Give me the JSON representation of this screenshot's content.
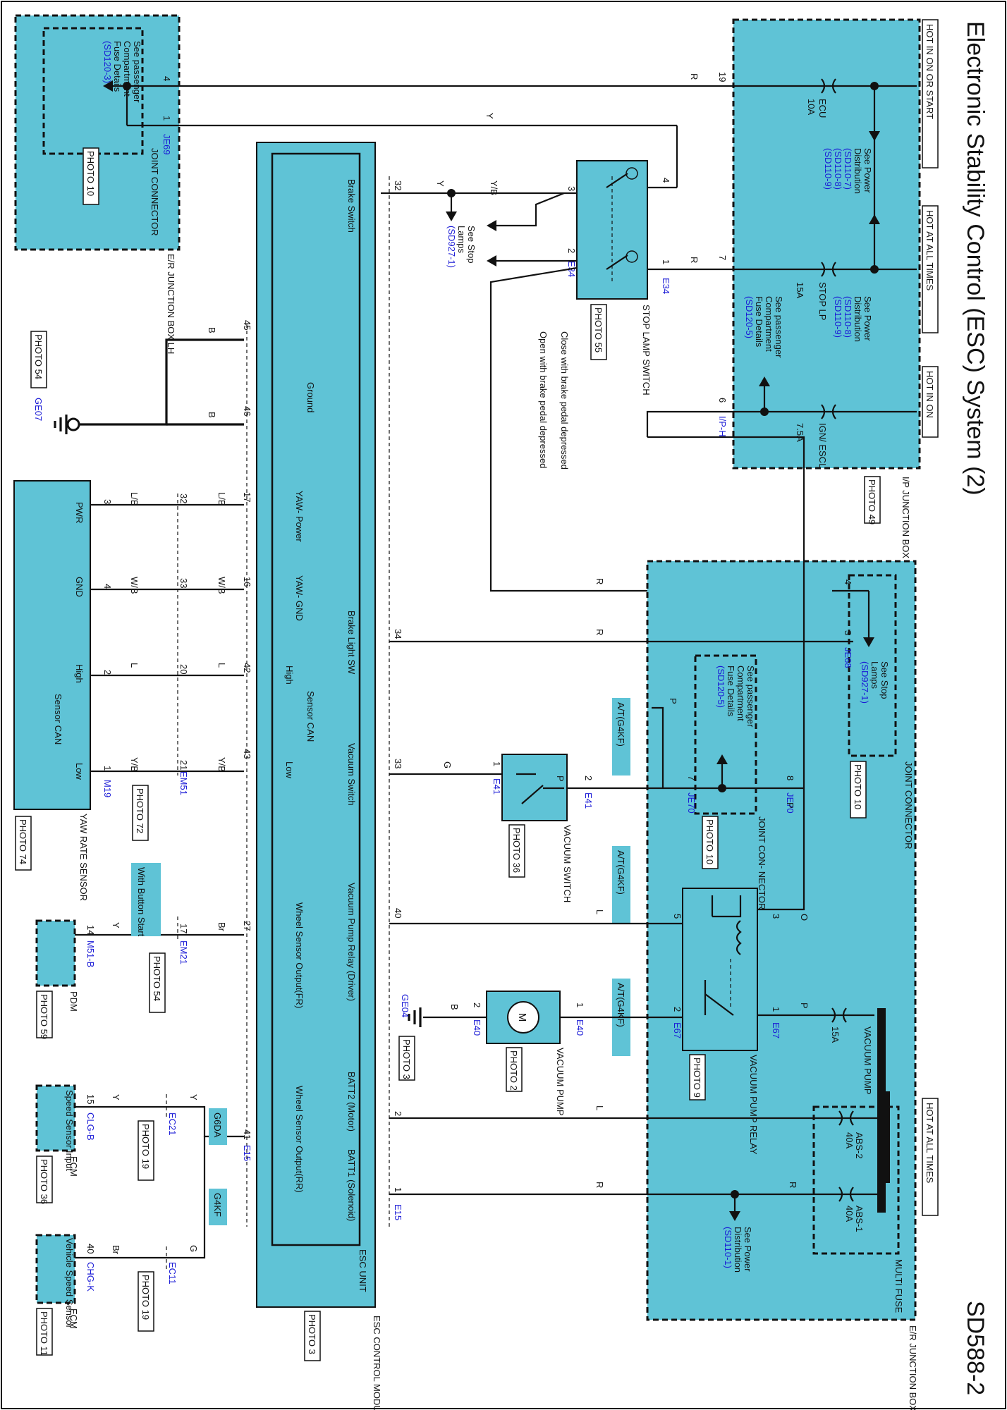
{
  "title": "Electronic Stability Control (ESC) System (2)",
  "page_code": "SD588-2",
  "hot_labels": {
    "on_or_start": "HOT IN ON OR START",
    "at_all_times_1": "HOT AT ALL TIMES",
    "in_on": "HOT IN ON",
    "at_all_times_2": "HOT AT ALL TIMES"
  },
  "ip_junction": {
    "name": "I/P JUNCTION BOX",
    "photo": "PHOTO 49",
    "fuses": [
      {
        "name": "ECU",
        "rating": "10A",
        "pin": "19",
        "wire": "R"
      },
      {
        "name": "STOP LP",
        "rating": "15A",
        "pin": "7",
        "wire": "R"
      },
      {
        "name": "IGN/ ESCL",
        "rating": "7.5A",
        "pin": "6",
        "wire": ""
      }
    ],
    "connector": "I/P-H",
    "refs": {
      "power_dist_1": [
        "See Power",
        "Distribution",
        "(SD110-7)",
        "(SD110-8)",
        "(SD110-9)"
      ],
      "power_dist_2": [
        "See Power",
        "Distribution",
        "(SD110-8)",
        "(SD110-9)"
      ],
      "passenger_fuse": [
        "See passenger",
        "Compartment",
        "Fuse Details",
        "(SD120-5)"
      ]
    }
  },
  "er_junction_lh_top": {
    "name": "E/R JUNCTION BOX LH",
    "lines": [
      "See passenger",
      "Compartment",
      "Fuse Details",
      "(SD120-3)"
    ],
    "pins": [
      "4",
      "1"
    ],
    "connector": "JE69",
    "joint_connector": "JOINT CONNECTOR",
    "photo": "PHOTO 10"
  },
  "stop_lamp_switch": {
    "name": "STOP LAMP SWITCH",
    "photo": "PHOTO 55",
    "pins": [
      "4",
      "3",
      "2",
      "1"
    ],
    "connector": "E34",
    "note_a": "Close with brake pedal depressed",
    "note_b": "Open with brake pedal depressed",
    "stop_lamps_ref": [
      "See Stop",
      "Lamps",
      "(SD927-1)"
    ]
  },
  "esc_module": {
    "name": "ESC CONTROL MODULE",
    "unit": "ESC UNIT",
    "photo": "PHOTO 3",
    "connector": "E15",
    "pins": [
      {
        "pin": "32",
        "label": "Brake Switch",
        "wire": "Y/B"
      },
      {
        "pin": "45",
        "label": "Ground",
        "wire": "B"
      },
      {
        "pin": "46",
        "label": "",
        "wire": "B"
      },
      {
        "pin": "17",
        "label": "YAW- Power",
        "wire": "L/B"
      },
      {
        "pin": "16",
        "label": "YAW- GND",
        "wire": "W/B"
      },
      {
        "pin": "34",
        "label": "Brake Light SW",
        "wire": "R"
      },
      {
        "pin": "42",
        "label": "High",
        "wire": "L"
      },
      {
        "pin": "43",
        "label": "Low",
        "wire": "Y/B"
      },
      {
        "pin": "33",
        "label": "Vacuum Switch",
        "wire": "G"
      },
      {
        "pin": "40",
        "label": "Vacuum Pump Relay (Driver)",
        "wire": "L"
      },
      {
        "pin": "27",
        "label": "Wheel Sensor Output(FR)",
        "wire": "Br"
      },
      {
        "pin": "2",
        "label": "BATT2 (Motor)",
        "wire": "L"
      },
      {
        "pin": "41",
        "label": "Wheel Sensor Output(RR)",
        "wire": ""
      },
      {
        "pin": "1",
        "label": "BATT1 (Solenoid)",
        "wire": "R"
      }
    ],
    "sensor_can": "Sensor CAN"
  },
  "ground": {
    "name": "GE07",
    "photo": "PHOTO 54"
  },
  "yaw_sensor": {
    "name": "YAW RATE SENSOR",
    "photo": "PHOTO 74",
    "connector": "M19",
    "pins": [
      {
        "pin": "3",
        "label": "PWR",
        "wire": "L/B"
      },
      {
        "pin": "4",
        "label": "GND",
        "wire": "W/B"
      },
      {
        "pin": "2",
        "label": "High",
        "wire": "L"
      },
      {
        "pin": "1",
        "label": "Low",
        "wire": "Y/B"
      }
    ],
    "sensor_can": "Sensor CAN",
    "inline": {
      "name": "EM51",
      "photo": "PHOTO 72",
      "pins": [
        "32",
        "33",
        "20",
        "21"
      ]
    }
  },
  "joint_connector_je68": {
    "name": "JOINT CONNECTOR",
    "photo": "PHOTO 10",
    "connector": "JE68",
    "pins": [
      "4",
      "3"
    ],
    "stop_lamps_ref": [
      "See Stop",
      "Lamps",
      "(SD927-1)"
    ]
  },
  "joint_connector_je70": {
    "name": "JOINT CON- NECTOR",
    "photo": "PHOTO 10",
    "connector": "JE70",
    "pins": [
      "8",
      "7"
    ],
    "ref": [
      "See passenger",
      "Compartment",
      "Fuse Details",
      "(SD120-5)"
    ]
  },
  "vacuum_switch": {
    "name": "VACUUM SWITCH",
    "photo": "PHOTO 36",
    "connector": "E41",
    "pins": [
      "1",
      "2"
    ],
    "wires": [
      "G",
      "P"
    ]
  },
  "vacuum_pump_relay": {
    "name": "VACUUM PUMP RELAY",
    "photo": "PHOTO 9",
    "connector": "E67",
    "pins": [
      "3",
      "5",
      "2",
      "1"
    ],
    "wires": [
      "O",
      "L",
      "P"
    ]
  },
  "vacuum_pump": {
    "name": "VACUUM PUMP",
    "photo": "PHOTO 2",
    "connector": "E40",
    "pins": [
      "1",
      "2"
    ],
    "motor": "M",
    "ground": "GE04",
    "ground_photo": "PHOTO 3",
    "wire": "B"
  },
  "multi_fuse": {
    "name": "MULTI FUSE",
    "box": "E/R JUNCTION BOX LH",
    "fuses": [
      {
        "name": "VACUUM PUMP",
        "rating": "15A"
      },
      {
        "name": "ABS-2",
        "rating": "40A"
      },
      {
        "name": "ABS-1",
        "rating": "40A"
      }
    ],
    "ref": [
      "See Power",
      "Distribution",
      "(SD110-1)"
    ]
  },
  "variant_tags": [
    "A/T(G4KF)",
    "A/T(G4KF)",
    "A/T(G4KF)"
  ],
  "pdm": {
    "name": "PDM",
    "photo": "PHOTO 59",
    "connector": "M51-B",
    "pin": "14",
    "wire": "Y",
    "tag": "With Button Start",
    "inline": "EM21",
    "inline_photo": "PHOTO 54",
    "inline_pin": "17"
  },
  "ecm_g6da": {
    "tag": "G6DA",
    "name": "ECM",
    "photo": "PHOTO 36",
    "connector": "CLG-B",
    "pin": "15",
    "label": "Speed Sensor Input",
    "inline": "EC21",
    "inline_photo": "PHOTO 19",
    "wire": "Y"
  },
  "ecm_g4kf": {
    "tag": "G4KF",
    "name": "ECM",
    "photo": "PHOTO 11",
    "connector": "CHG-K",
    "pin": "40",
    "label": "Vehicle Speed Sensor",
    "inline": "EC11",
    "inline_photo": "PHOTO 19",
    "wire_a": "Br",
    "wire_b": "G"
  },
  "wire_misc": {
    "y": "Y",
    "yb": "Y/B",
    "p": "P",
    "br": "Br",
    "g": "G"
  }
}
